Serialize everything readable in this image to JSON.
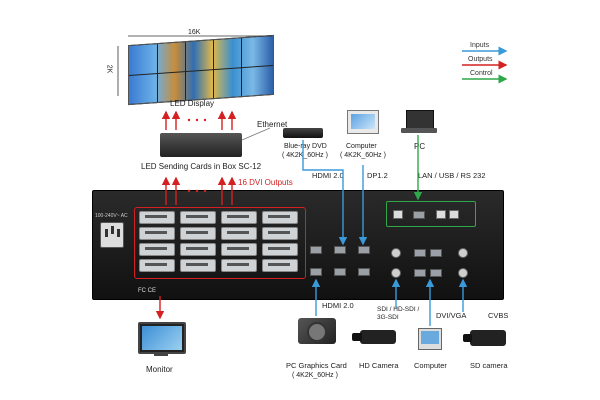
{
  "wall": {
    "width_label": "16K",
    "height_label": "2K",
    "caption": "LED  Display"
  },
  "sending_box": {
    "label": "LED Sending Cards in Box SC-12",
    "ethernet": "Ethernet",
    "outputs": "16 DVI Outputs"
  },
  "sources_top": {
    "bluray": {
      "line1": "Blue-ray DVD",
      "line2": "( 4K2K_60Hz )",
      "conn": "HDMI 2.0"
    },
    "computer": {
      "line1": "Computer",
      "line2": "( 4K2K_60Hz )",
      "conn": "DP1.2"
    },
    "pc": {
      "label": "PC",
      "conn": "LAN / USB / RS 232"
    }
  },
  "legend": {
    "inputs": "Inputs",
    "outputs": "Outputs",
    "control": "Control"
  },
  "colors": {
    "inputs": "#3a9ad9",
    "outputs": "#d42020",
    "control": "#2ea84a"
  },
  "chassis": {
    "power_label": "100-240V~ AC",
    "fc": "FC CE"
  },
  "sources_bottom": {
    "gpu": {
      "conn": "HDMI 2.0",
      "line1": "PC Graphics Card",
      "line2": "( 4K2K_60Hz )"
    },
    "hdcam": {
      "conn": "SDI / HD-SDI / 3G-SDI",
      "label": "HD Camera"
    },
    "computer": {
      "conn": "DVI/VGA",
      "label": "Computer"
    },
    "sdcam": {
      "conn": "CVBS",
      "label": "SD camera"
    }
  },
  "monitor": {
    "label": "Monitor"
  }
}
